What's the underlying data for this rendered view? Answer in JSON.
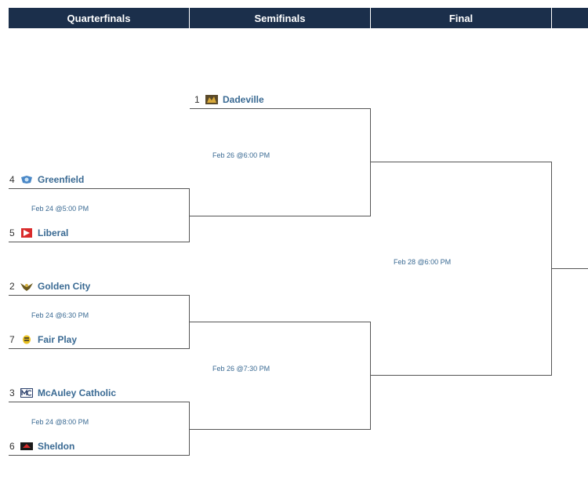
{
  "headers": {
    "quarterfinals": "Quarterfinals",
    "semifinals": "Semifinals",
    "final": "Final"
  },
  "teams": {
    "dadeville": {
      "seed": "1",
      "name": "Dadeville",
      "icon": "dadeville-logo-icon"
    },
    "greenfield": {
      "seed": "4",
      "name": "Greenfield",
      "icon": "greenfield-logo-icon"
    },
    "liberal": {
      "seed": "5",
      "name": "Liberal",
      "icon": "liberal-logo-icon"
    },
    "goldencity": {
      "seed": "2",
      "name": "Golden City",
      "icon": "golden-city-logo-icon"
    },
    "fairplay": {
      "seed": "7",
      "name": "Fair Play",
      "icon": "fair-play-logo-icon"
    },
    "mcauley": {
      "seed": "3",
      "name": "McAuley Catholic",
      "icon": "mcauley-logo-icon"
    },
    "sheldon": {
      "seed": "6",
      "name": "Sheldon",
      "icon": "sheldon-logo-icon"
    }
  },
  "dates": {
    "qf1": "Feb 24 @5:00 PM",
    "qf2": "Feb 24 @6:30 PM",
    "qf3": "Feb 24 @8:00 PM",
    "sf1": "Feb 26 @6:00 PM",
    "sf2": "Feb 26 @7:30 PM",
    "final": "Feb 28 @6:00 PM"
  },
  "colors": {
    "header_bg": "#1b2f4b",
    "team_text": "#3a6a93",
    "line": "#555555"
  }
}
